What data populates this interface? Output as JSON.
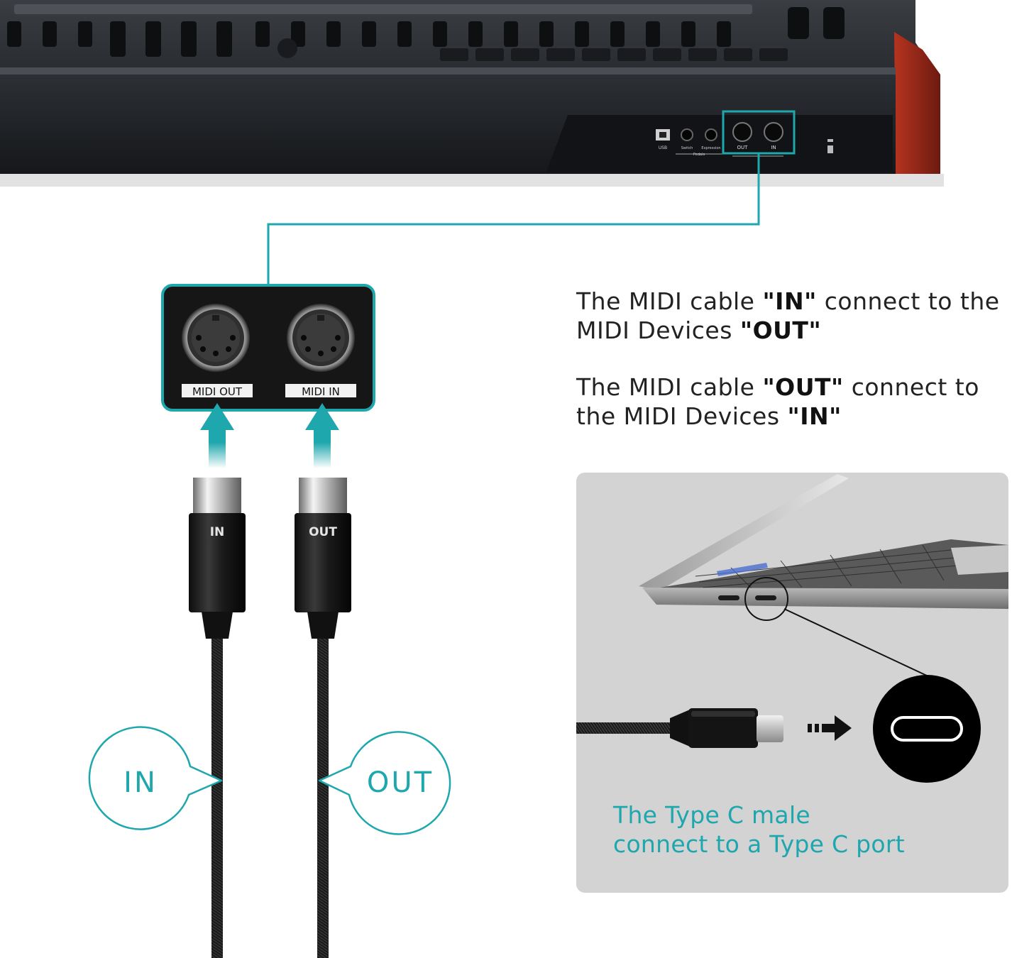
{
  "keyboard_ports": {
    "usb_label": "USB",
    "switch_label": "Switch",
    "expression_label": "Expression",
    "pedals_label": "Pedals",
    "out_label": "OUT",
    "in_label": "IN"
  },
  "midi_panel": {
    "out_label": "MIDI  OUT",
    "in_label": "MIDI  IN"
  },
  "cables": {
    "left_plug_label": "IN",
    "right_plug_label": "OUT"
  },
  "callouts": {
    "left": "IN",
    "right": "OUT"
  },
  "instructions": [
    {
      "pre": "The MIDI cable ",
      "bold1": "\"IN\"",
      "mid": " connect to the MIDI Devices ",
      "bold2": "\"OUT\""
    },
    {
      "pre": "The MIDI cable ",
      "bold1": "\"OUT\"",
      "mid": " connect to the MIDI Devices ",
      "bold2": "\"IN\""
    }
  ],
  "type_c_caption": {
    "line1": "The Type C male",
    "line2": "connect to a Type C port"
  },
  "colors": {
    "accent": "#1ea7ad",
    "keyboard_body": "#2b2e33",
    "keyboard_side": "#9e2a1f"
  }
}
